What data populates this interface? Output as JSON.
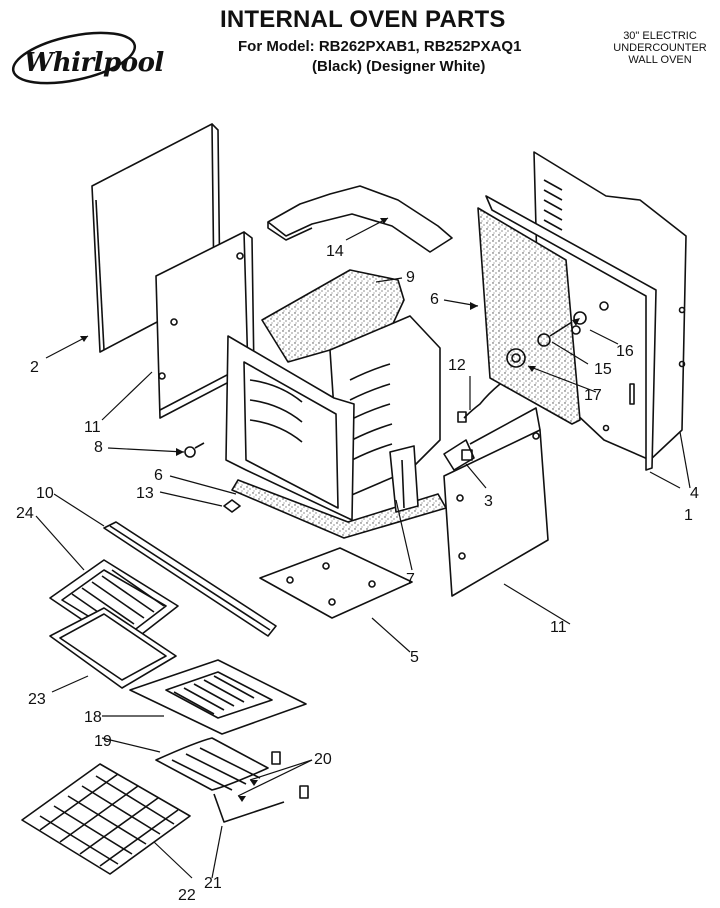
{
  "header": {
    "brand": "Whirlpool",
    "title": "INTERNAL OVEN PARTS",
    "model_line": "For Model: RB262PXAB1, RB252PXAQ1",
    "variants": "(Black)   (Designer White)",
    "side_lines": [
      "30\" ELECTRIC",
      "UNDERCOUNTER",
      "WALL OVEN"
    ]
  },
  "callouts": [
    "1",
    "2",
    "3",
    "4",
    "5",
    "6",
    "6",
    "7",
    "8",
    "9",
    "10",
    "11",
    "11",
    "12",
    "13",
    "14",
    "15",
    "16",
    "17",
    "18",
    "19",
    "20",
    "21",
    "22",
    "23",
    "24"
  ]
}
